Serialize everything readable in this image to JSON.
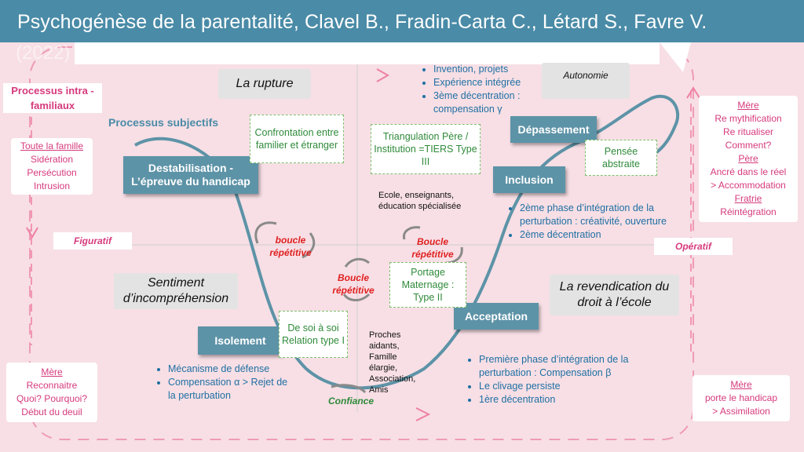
{
  "title": "Psychogénèse de la parentalité, Clavel B., Fradin-Carta C., Létard S., Favre V.",
  "year": "(2022)",
  "left_heading": "Processus intra - familiaux",
  "subjective_label": "Processus subjectifs",
  "left_top_note": [
    "Toute la famille",
    "Sidération",
    "Persécution",
    "Intrusion"
  ],
  "left_bottom_note": [
    "Mère",
    "Reconnaitre",
    "Quoi? Pourquoi?",
    "Début du deuil"
  ],
  "right_top_note": [
    "Mère",
    "Re mythification",
    "Re ritualiser",
    "Comment?",
    "Père",
    "Ancré dans le réel",
    "> Accommodation",
    "Fratrie",
    "Réintégration"
  ],
  "right_bottom_note": [
    "Mère",
    "porte le handicap",
    "> Assimilation"
  ],
  "figuratif": "Figuratif",
  "operatif": "Opératif",
  "phases": {
    "rupture": "La rupture",
    "autonomie": "Autonomie",
    "sentiment": "Sentiment d’incompréhension",
    "revendication": "La revendication du droit à l’école"
  },
  "stages": {
    "destabilisation": "Destabilisation - L’épreuve du handicap",
    "isolement": "Isolement",
    "acceptation": "Acceptation",
    "inclusion": "Inclusion",
    "depassement": "Dépassement"
  },
  "green_boxes": {
    "confrontation": "Confrontation entre familier et étranger",
    "triangulation": "Triangulation Père / Institution =TIERS Type III",
    "pensee": "Pensée abstraite",
    "portage": "Portage Maternage : Type II",
    "desoi": "De soi à soi Relation type I"
  },
  "loops": {
    "loop1": "boucle répétitive",
    "loop2": "Boucle répétitive",
    "loop3": "Boucle répétitive"
  },
  "confiance": "Confiance",
  "ecole": "Ecole, enseignants, éducation spécialisée",
  "proches": "Proches aidants, Famille élargie, Association, Amis",
  "top_list": [
    "Invention, projets",
    "Expérience intégrée",
    "3ème décentration : compensation γ"
  ],
  "inclusion_list": [
    "2ème phase d’intégration de la perturbation : créativité, ouverture",
    "2ème décentration"
  ],
  "isolement_list": [
    "Mécanisme de défense",
    "Compensation α > Rejet de la perturbation"
  ],
  "acceptation_list": [
    "Première phase d’intégration de la perturbation : Compensation β",
    "Le clivage persiste",
    "1ère décentration"
  ]
}
